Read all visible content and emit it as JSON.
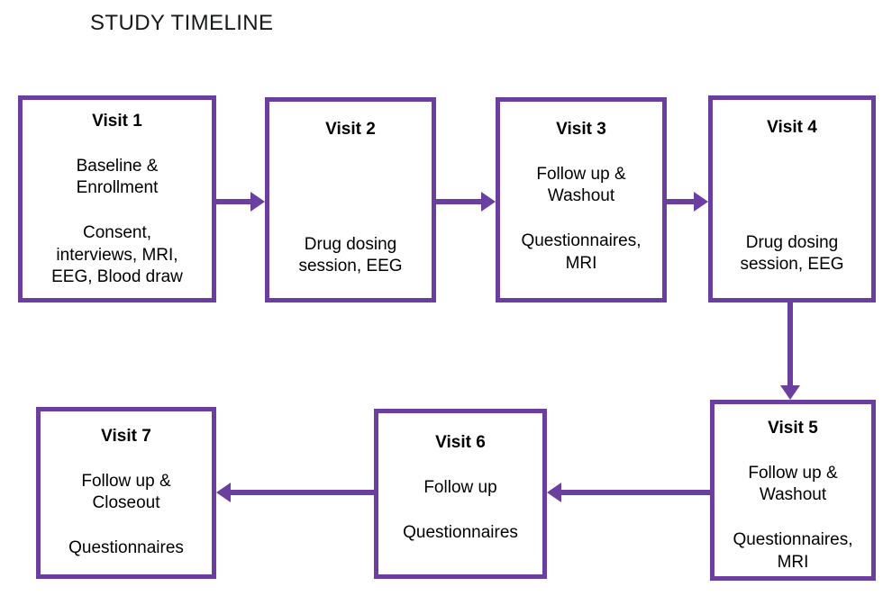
{
  "title": "STUDY TIMELINE",
  "theme": {
    "accent": "#6b3fa0",
    "background": "#ffffff",
    "text": "#000000",
    "title_color": "#17181a"
  },
  "boxes": [
    {
      "id": "visit-1",
      "title": "Visit 1",
      "phase": "Baseline & Enrollment",
      "phase_line_1": "Baseline &",
      "phase_line_2": "Enrollment",
      "procedures": "Consent, interviews, MRI, EEG, Blood draw",
      "procedures_line_1": "Consent,",
      "procedures_line_2": "interviews, MRI,",
      "procedures_line_3": "EEG, Blood draw"
    },
    {
      "id": "visit-2",
      "title": "Visit 2",
      "phase": "",
      "procedures": "Drug dosing session, EEG",
      "procedures_line_1": "Drug dosing",
      "procedures_line_2": "session, EEG"
    },
    {
      "id": "visit-3",
      "title": "Visit 3",
      "phase": "Follow up & Washout",
      "phase_line_1": "Follow up &",
      "phase_line_2": "Washout",
      "procedures": "Questionnaires, MRI",
      "procedures_line_1": "Questionnaires,",
      "procedures_line_2": "MRI"
    },
    {
      "id": "visit-4",
      "title": "Visit 4",
      "phase": "",
      "procedures": "Drug dosing session, EEG",
      "procedures_line_1": "Drug dosing",
      "procedures_line_2": "session, EEG"
    },
    {
      "id": "visit-5",
      "title": "Visit 5",
      "phase": "Follow up & Washout",
      "phase_line_1": "Follow up &",
      "phase_line_2": "Washout",
      "procedures": "Questionnaires, MRI",
      "procedures_line_1": "Questionnaires,",
      "procedures_line_2": "MRI"
    },
    {
      "id": "visit-6",
      "title": "Visit 6",
      "phase": "Follow up",
      "phase_line_1": "Follow up",
      "procedures": "Questionnaires",
      "procedures_line_1": "Questionnaires"
    },
    {
      "id": "visit-7",
      "title": "Visit 7",
      "phase": "Follow up & Closeout",
      "phase_line_1": "Follow up &",
      "phase_line_2": "Closeout",
      "procedures": "Questionnaires",
      "procedures_line_1": "Questionnaires"
    }
  ],
  "connectors": [
    {
      "id": "arrow-v1-to-v2",
      "direction": "right"
    },
    {
      "id": "arrow-v2-to-v3",
      "direction": "right"
    },
    {
      "id": "arrow-v3-to-v4",
      "direction": "right"
    },
    {
      "id": "arrow-v4-to-v5",
      "direction": "down"
    },
    {
      "id": "arrow-v5-to-v6",
      "direction": "left"
    },
    {
      "id": "arrow-v6-to-v7",
      "direction": "left"
    }
  ]
}
